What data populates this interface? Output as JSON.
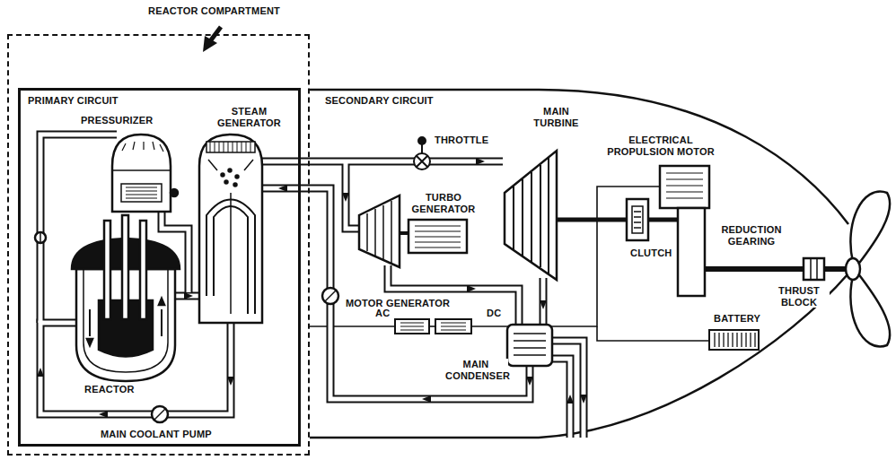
{
  "diagram": {
    "nodes": [
      {
        "text": [
          "REACTOR COMPARTMENT"
        ]
      },
      {
        "text": [
          "PRIMARY CIRCUIT"
        ],
        "in": 0
      }
    ],
    "labels": [
      "SECONDARY CIRCUIT",
      "PRESSURIZER",
      "STEAM GENERATOR",
      "THROTTLE",
      "MAIN TURBINE",
      "ELECTRICAL PROPULSION MOTOR",
      "TURBO GENERATOR",
      "REDUCTION GEARING",
      "CLUTCH",
      "THRUST BLOCK",
      "MOTOR GENERATOR",
      "AC",
      "DC",
      "BATTERY",
      "REACTOR",
      "MAIN COOLANT PUMP",
      "MAIN CONDENSER"
    ]
  }
}
